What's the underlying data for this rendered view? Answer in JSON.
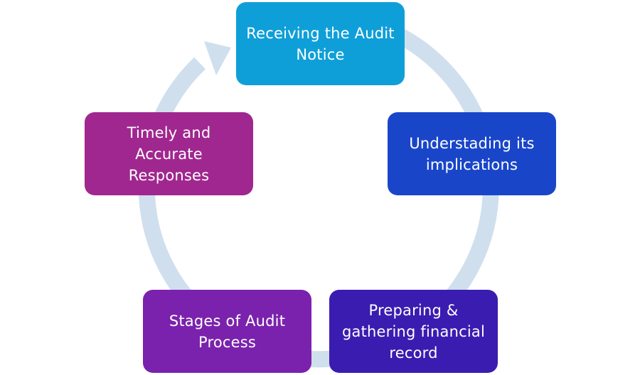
{
  "diagram": {
    "type": "cycle",
    "ring_color": "#cfdfee",
    "steps": [
      {
        "label": "Receiving the Audit Notice",
        "color": "#0f9fd8"
      },
      {
        "label": "Understading its implications",
        "color": "#1946c9"
      },
      {
        "label": "Preparing & gathering financial record",
        "color": "#3b1cb0"
      },
      {
        "label": "Stages of Audit Process",
        "color": "#7a22ad"
      },
      {
        "label": "Timely and Accurate Responses",
        "color": "#a0278f"
      }
    ]
  }
}
